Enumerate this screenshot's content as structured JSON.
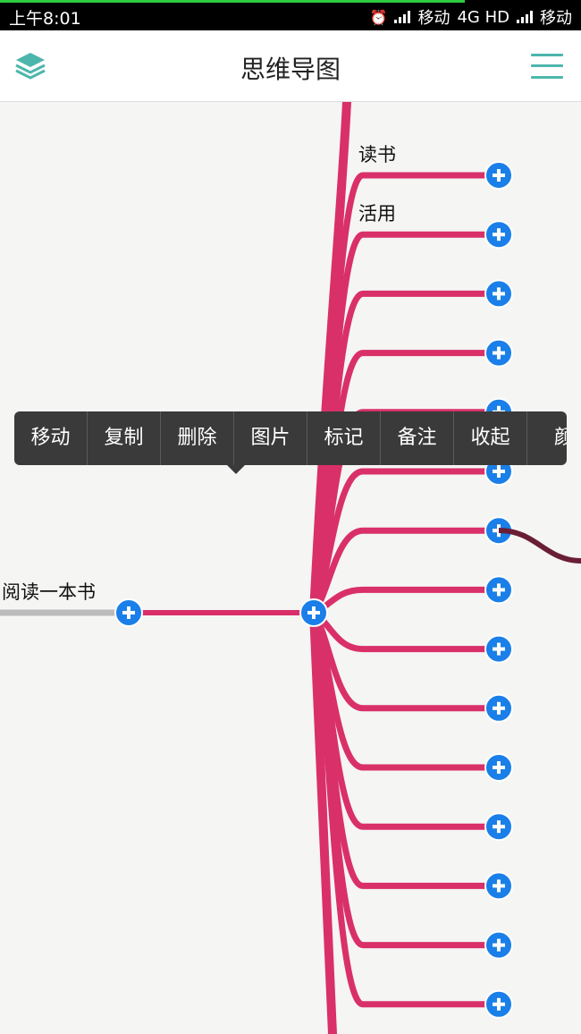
{
  "status_bar": {
    "time": "上午8:01",
    "carrier_primary": "移动",
    "network": "4G HD",
    "carrier_secondary": "移动",
    "icons": [
      "alarm-off-icon",
      "signal-icon"
    ]
  },
  "header": {
    "title": "思维导图",
    "left_icon": "layers-icon",
    "right_icon": "hamburger-menu-icon",
    "accent_color": "#4db6ac"
  },
  "mindmap": {
    "root": {
      "label": "阅读一本书"
    },
    "branches": [
      "读书",
      "活用",
      "",
      "",
      "",
      "",
      "",
      "",
      "",
      "",
      "",
      "",
      "",
      "",
      ""
    ],
    "branch_color": "#d9306a",
    "parent_link_color": "#bbbbbb",
    "expand_button_color": "#1a7fe8",
    "expand_icon": "plus-icon"
  },
  "context_menu": {
    "items": [
      "移动",
      "复制",
      "删除",
      "图片",
      "标记",
      "备注",
      "收起",
      "颜"
    ]
  }
}
